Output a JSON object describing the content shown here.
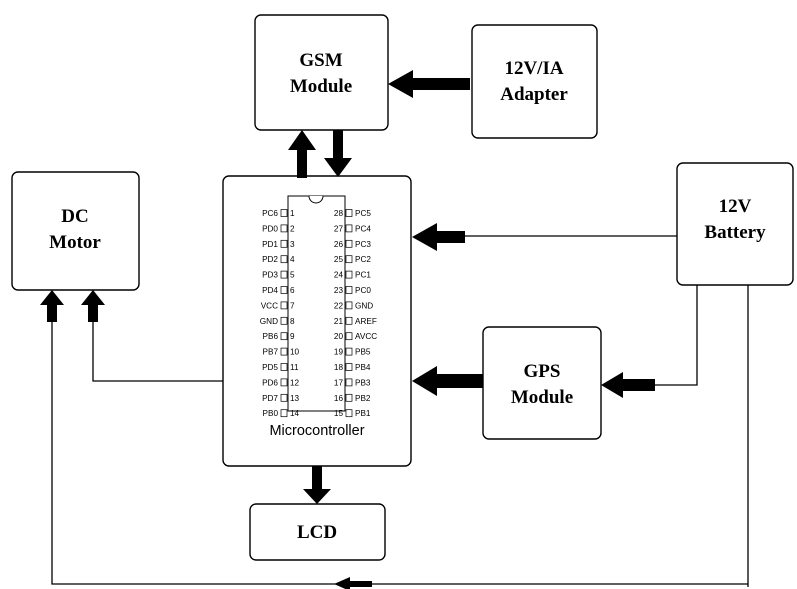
{
  "blocks": {
    "gsm": {
      "line1": "GSM",
      "line2": "Module"
    },
    "adapter": {
      "line1": "12V/IA",
      "line2": "Adapter"
    },
    "dc_motor": {
      "line1": "DC",
      "line2": "Motor"
    },
    "battery": {
      "line1": "12V",
      "line2": "Battery"
    },
    "gps": {
      "line1": "GPS",
      "line2": "Module"
    },
    "lcd": {
      "label": "LCD"
    },
    "microcontroller": {
      "label": "Microcontroller"
    }
  },
  "pins": {
    "left_names": [
      "PC6",
      "PD0",
      "PD1",
      "PD2",
      "PD3",
      "PD4",
      "VCC",
      "GND",
      "PB6",
      "PB7",
      "PD5",
      "PD6",
      "PD7",
      "PB0"
    ],
    "left_numbers": [
      "1",
      "2",
      "3",
      "4",
      "5",
      "6",
      "7",
      "8",
      "9",
      "10",
      "11",
      "12",
      "13",
      "14"
    ],
    "right_numbers": [
      "28",
      "27",
      "26",
      "25",
      "24",
      "23",
      "22",
      "21",
      "20",
      "19",
      "18",
      "17",
      "16",
      "15"
    ],
    "right_names": [
      "PC5",
      "PC4",
      "PC3",
      "PC2",
      "PC1",
      "PC0",
      "GND",
      "AREF",
      "AVCC",
      "PB5",
      "PB4",
      "PB3",
      "PB2",
      "PB1"
    ]
  }
}
